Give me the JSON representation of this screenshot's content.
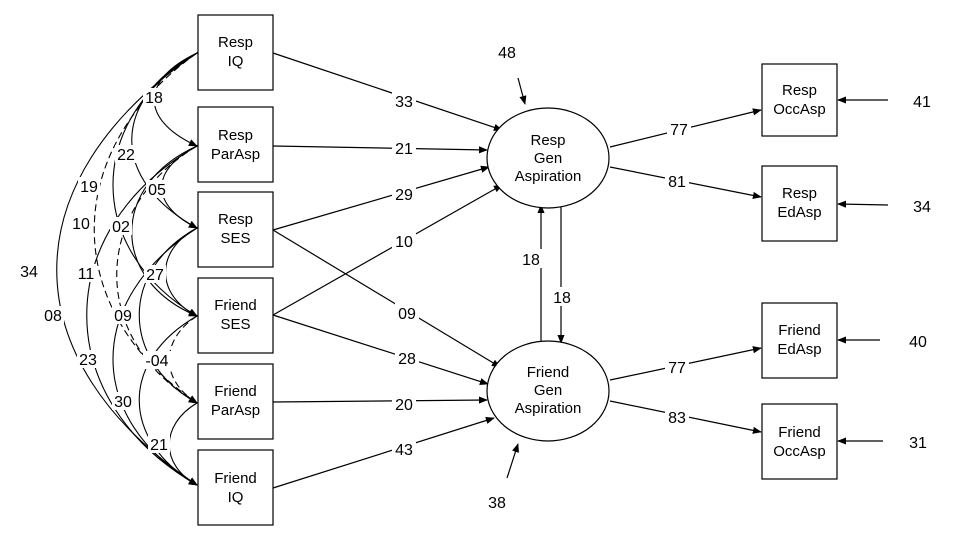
{
  "diagram": {
    "observed": [
      {
        "id": "resp_iq",
        "lines": [
          "Resp",
          "IQ"
        ]
      },
      {
        "id": "resp_parasp",
        "lines": [
          "Resp",
          "ParAsp"
        ]
      },
      {
        "id": "resp_ses",
        "lines": [
          "Resp",
          "SES"
        ]
      },
      {
        "id": "friend_ses",
        "lines": [
          "Friend",
          "SES"
        ]
      },
      {
        "id": "friend_parasp",
        "lines": [
          "Friend",
          "ParAsp"
        ]
      },
      {
        "id": "friend_iq",
        "lines": [
          "Friend",
          "IQ"
        ]
      },
      {
        "id": "resp_occasp",
        "lines": [
          "Resp",
          "OccAsp"
        ]
      },
      {
        "id": "resp_edasp",
        "lines": [
          "Resp",
          "EdAsp"
        ]
      },
      {
        "id": "friend_edasp",
        "lines": [
          "Friend",
          "EdAsp"
        ]
      },
      {
        "id": "friend_occasp",
        "lines": [
          "Friend",
          "OccAsp"
        ]
      }
    ],
    "latent": [
      {
        "id": "resp_gen",
        "lines": [
          "Resp",
          "Gen",
          "Aspiration"
        ]
      },
      {
        "id": "friend_gen",
        "lines": [
          "Friend",
          "Gen",
          "Aspiration"
        ]
      }
    ],
    "path_coefficients": [
      {
        "from": "resp_iq",
        "to": "resp_gen",
        "value": "33"
      },
      {
        "from": "resp_parasp",
        "to": "resp_gen",
        "value": "21"
      },
      {
        "from": "resp_ses",
        "to": "resp_gen",
        "value": "29"
      },
      {
        "from": "friend_ses",
        "to": "resp_gen",
        "value": "10"
      },
      {
        "from": "resp_ses",
        "to": "friend_gen",
        "value": "09"
      },
      {
        "from": "friend_ses",
        "to": "friend_gen",
        "value": "28"
      },
      {
        "from": "friend_parasp",
        "to": "friend_gen",
        "value": "20"
      },
      {
        "from": "friend_iq",
        "to": "friend_gen",
        "value": "43"
      },
      {
        "from": "friend_gen",
        "to": "resp_gen",
        "value": "18"
      },
      {
        "from": "resp_gen",
        "to": "friend_gen",
        "value": "18"
      }
    ],
    "loadings": [
      {
        "from": "resp_gen",
        "to": "resp_occasp",
        "value": "77"
      },
      {
        "from": "resp_gen",
        "to": "resp_edasp",
        "value": "81"
      },
      {
        "from": "friend_gen",
        "to": "friend_edasp",
        "value": "77"
      },
      {
        "from": "friend_gen",
        "to": "friend_occasp",
        "value": "83"
      }
    ],
    "disturbances": [
      {
        "target": "resp_gen",
        "value": "48"
      },
      {
        "target": "friend_gen",
        "value": "38"
      }
    ],
    "residuals": [
      {
        "target": "resp_occasp",
        "value": "41"
      },
      {
        "target": "resp_edasp",
        "value": "34"
      },
      {
        "target": "friend_edasp",
        "value": "40"
      },
      {
        "target": "friend_occasp",
        "value": "31"
      }
    ],
    "correlations": [
      {
        "pair": "resp_iq-resp_parasp",
        "value": "18"
      },
      {
        "pair": "resp_iq-resp_ses",
        "value": "22"
      },
      {
        "pair": "resp_parasp-resp_ses",
        "value": "05"
      },
      {
        "pair": "resp_iq-friend_ses",
        "value": "19"
      },
      {
        "pair": "resp_parasp-friend_ses",
        "value": "02"
      },
      {
        "pair": "resp_ses-friend_ses",
        "value": "27"
      },
      {
        "pair": "resp_iq-friend_parasp",
        "value": "10"
      },
      {
        "pair": "resp_parasp-friend_parasp",
        "value": "11"
      },
      {
        "pair": "resp_ses-friend_parasp",
        "value": "09"
      },
      {
        "pair": "friend_ses-friend_parasp",
        "value": "-04"
      },
      {
        "pair": "resp_iq-friend_iq",
        "value": "34"
      },
      {
        "pair": "resp_parasp-friend_iq",
        "value": "08"
      },
      {
        "pair": "resp_ses-friend_iq",
        "value": "23"
      },
      {
        "pair": "friend_ses-friend_iq",
        "value": "30"
      },
      {
        "pair": "friend_parasp-friend_iq",
        "value": "21"
      }
    ]
  }
}
